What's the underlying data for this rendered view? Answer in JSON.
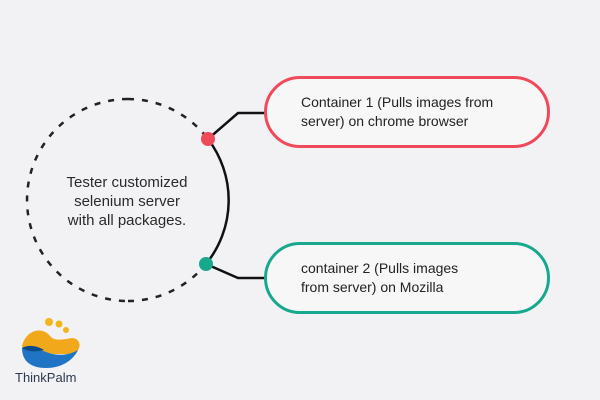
{
  "center": {
    "lines": [
      "Tester customized",
      "selenium server",
      "with all packages."
    ]
  },
  "container1": {
    "lines": [
      "Container 1 (Pulls images from",
      "server) on chrome browser"
    ],
    "color": "#ef4a5a"
  },
  "container2": {
    "lines": [
      "container 2 (Pulls images",
      "from server) on Mozilla"
    ],
    "color": "#17a88e"
  },
  "logo": {
    "text": "ThinkPalm",
    "icon": "thinkpalm-logo-icon"
  }
}
